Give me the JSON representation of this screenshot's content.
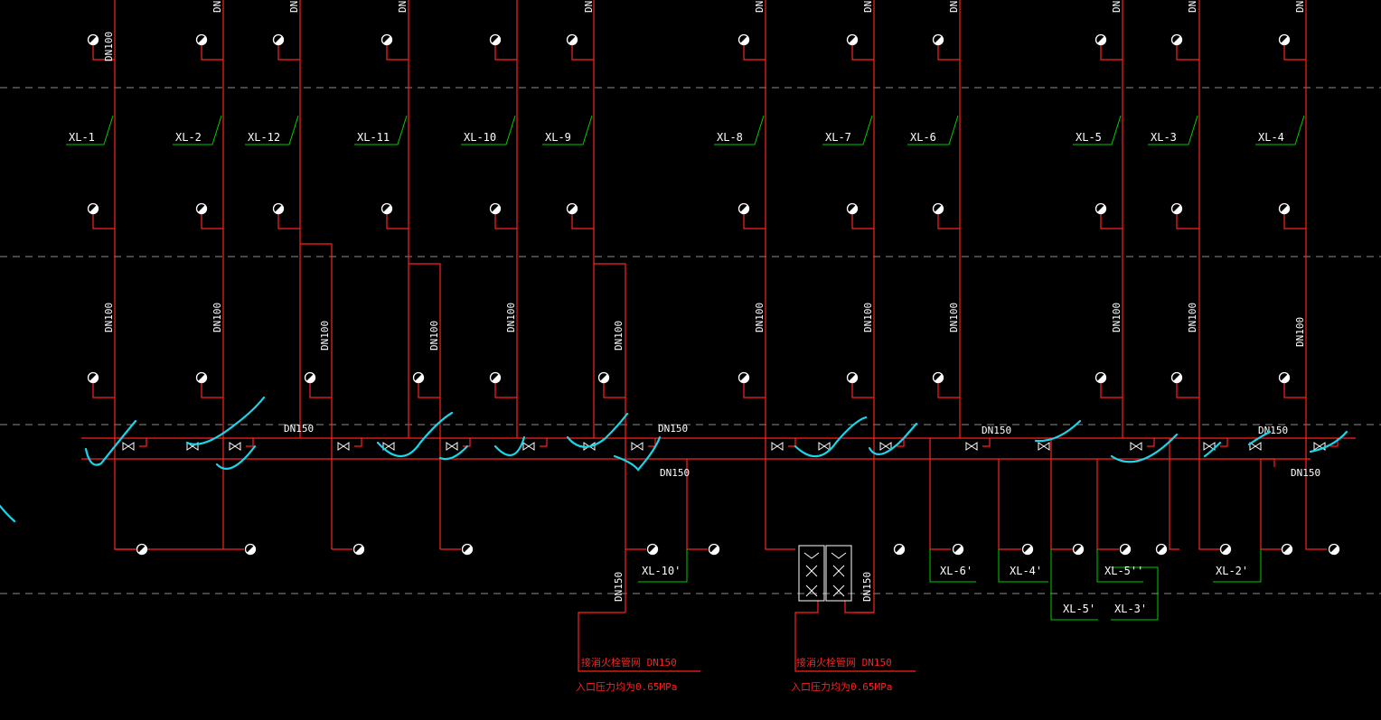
{
  "colors": {
    "background": "#000000",
    "pipe": "#ff2020",
    "riser_label": "#ffffff",
    "leader": "#00cc00",
    "markup": "#19d6ea",
    "floor_line": "#8c8c8c"
  },
  "risers": [
    {
      "name": "XL-1"
    },
    {
      "name": "XL-2"
    },
    {
      "name": "XL-12"
    },
    {
      "name": "XL-11"
    },
    {
      "name": "XL-10"
    },
    {
      "name": "XL-9"
    },
    {
      "name": "XL-8"
    },
    {
      "name": "XL-7"
    },
    {
      "name": "XL-6"
    },
    {
      "name": "XL-5"
    },
    {
      "name": "XL-3"
    },
    {
      "name": "XL-4"
    }
  ],
  "pipe_size_labels": {
    "top": "DN100",
    "riser": [
      "DN100",
      "DN100",
      "DN100",
      "DN100",
      "DN100",
      "DN100",
      "DN100",
      "DN100",
      "DN100",
      "DN100",
      "DN100",
      "DN100"
    ],
    "main_upper": [
      "DN150",
      "DN150",
      "DN150",
      "DN150"
    ],
    "main_lower": [
      "DN150",
      "DN150"
    ],
    "inlet": [
      "DN150",
      "DN150"
    ]
  },
  "lower_risers": [
    {
      "name": "XL-10'"
    },
    {
      "name": "XL-6'"
    },
    {
      "name": "XL-4'"
    },
    {
      "name": "XL-5''"
    },
    {
      "name": "XL-2'"
    },
    {
      "name": "XL-5'"
    },
    {
      "name": "XL-3'"
    }
  ],
  "inlets": [
    {
      "note": "接消火栓管网 DN150",
      "pressure": "入口压力均为0.65MPa"
    },
    {
      "note": "接消火栓管网 DN150",
      "pressure": "入口压力均为0.65MPa"
    }
  ]
}
